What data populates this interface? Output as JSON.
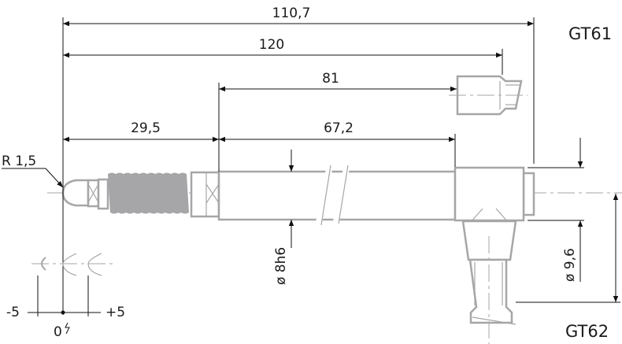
{
  "dimensions": {
    "overall_gt61": "110,7",
    "overall_120": "120",
    "cable_81": "81",
    "tip_29_5": "29,5",
    "shaft_67_2": "67,2",
    "radius": "R 1,5",
    "shaft_diameter": "ø 8h6",
    "body_diameter": "ø 9,6"
  },
  "variants": {
    "gt61": "GT61",
    "gt62": "GT62"
  },
  "stroke_scale": {
    "minus": "-5",
    "zero": "0",
    "plus": "+5"
  },
  "colors": {
    "part": "#a6a6a8",
    "dimension": "#111111"
  }
}
